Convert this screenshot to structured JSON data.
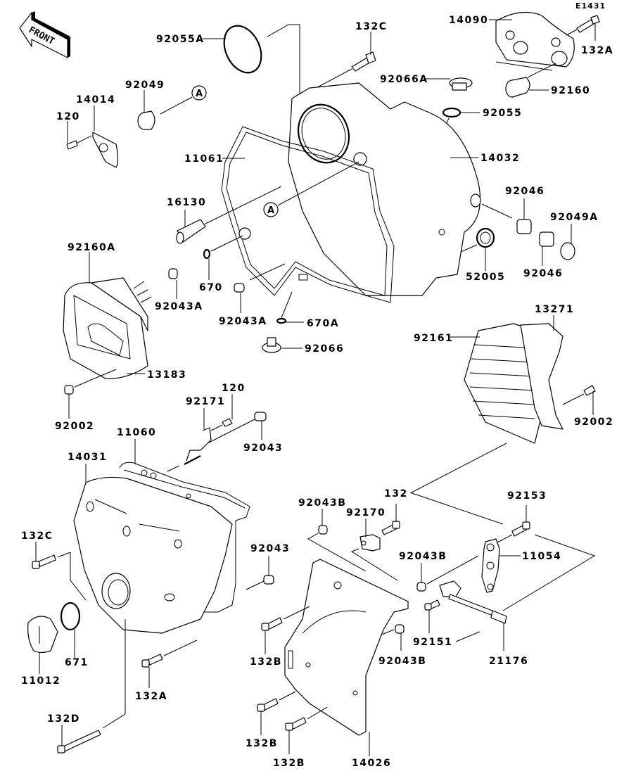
{
  "diagram": {
    "diagram_code": "E1431",
    "direction_indicator": "FRONT",
    "reference_marker": "A",
    "colors": {
      "line": "#000000",
      "background": "#ffffff"
    },
    "parts": [
      {
        "id": "p92055A",
        "part_no": "92055A",
        "description": "o-ring (large)"
      },
      {
        "id": "p132C_top",
        "part_no": "132C",
        "description": "bolt"
      },
      {
        "id": "p14090",
        "part_no": "14090",
        "description": "cover"
      },
      {
        "id": "p132A_top",
        "part_no": "132A",
        "description": "bolt"
      },
      {
        "id": "p92066A",
        "part_no": "92066A",
        "description": "plug"
      },
      {
        "id": "p92160",
        "part_no": "92160",
        "description": "damper"
      },
      {
        "id": "p92055",
        "part_no": "92055",
        "description": "o-ring"
      },
      {
        "id": "p14032",
        "part_no": "14032",
        "description": "crankcase cover"
      },
      {
        "id": "p92049",
        "part_no": "92049",
        "description": "oil seal"
      },
      {
        "id": "p14014",
        "part_no": "14014",
        "description": "cover plate"
      },
      {
        "id": "p120_top",
        "part_no": "120",
        "description": "screw"
      },
      {
        "id": "p11061",
        "part_no": "11061",
        "description": "gasket"
      },
      {
        "id": "p16130",
        "part_no": "16130",
        "description": "jet"
      },
      {
        "id": "p92046_a",
        "part_no": "92046",
        "description": "needle bearing"
      },
      {
        "id": "p92049A",
        "part_no": "92049A",
        "description": "oil seal"
      },
      {
        "id": "p92046_b",
        "part_no": "92046",
        "description": "needle bearing"
      },
      {
        "id": "p52005",
        "part_no": "52005",
        "description": "seal"
      },
      {
        "id": "p92160A",
        "part_no": "92160A",
        "description": "damper"
      },
      {
        "id": "p670",
        "part_no": "670",
        "description": "o-ring"
      },
      {
        "id": "p92043A_a",
        "part_no": "92043A",
        "description": "pin"
      },
      {
        "id": "p92043A_b",
        "part_no": "92043A",
        "description": "pin"
      },
      {
        "id": "p670A",
        "part_no": "670A",
        "description": "o-ring"
      },
      {
        "id": "p92066",
        "part_no": "92066",
        "description": "plug"
      },
      {
        "id": "p13183",
        "part_no": "13183",
        "description": "plate"
      },
      {
        "id": "p92002_left",
        "part_no": "92002",
        "description": "bolt"
      },
      {
        "id": "p13271",
        "part_no": "13271",
        "description": "plate"
      },
      {
        "id": "p92161",
        "part_no": "92161",
        "description": "damper"
      },
      {
        "id": "p92002_right",
        "part_no": "92002",
        "description": "bolt"
      },
      {
        "id": "p120_mid",
        "part_no": "120",
        "description": "screw"
      },
      {
        "id": "p92171",
        "part_no": "92171",
        "description": "clamp"
      },
      {
        "id": "p11060",
        "part_no": "11060",
        "description": "gasket"
      },
      {
        "id": "p92043_a",
        "part_no": "92043",
        "description": "pin"
      },
      {
        "id": "p14031",
        "part_no": "14031",
        "description": "crankcase cover"
      },
      {
        "id": "p132C_mid",
        "part_no": "132C",
        "description": "bolt"
      },
      {
        "id": "p92043_b",
        "part_no": "92043",
        "description": "pin"
      },
      {
        "id": "p92043B_a",
        "part_no": "92043B",
        "description": "pin"
      },
      {
        "id": "p92170",
        "part_no": "92170",
        "description": "clamp"
      },
      {
        "id": "p132",
        "part_no": "132",
        "description": "bolt"
      },
      {
        "id": "p92153",
        "part_no": "92153",
        "description": "bolt"
      },
      {
        "id": "p92043B_b",
        "part_no": "92043B",
        "description": "pin"
      },
      {
        "id": "p11054",
        "part_no": "11054",
        "description": "bracket"
      },
      {
        "id": "p671",
        "part_no": "671",
        "description": "o-ring"
      },
      {
        "id": "p11012",
        "part_no": "11012",
        "description": "cap"
      },
      {
        "id": "p132B_a",
        "part_no": "132B",
        "description": "bolt"
      },
      {
        "id": "p92151",
        "part_no": "92151",
        "description": "bolt"
      },
      {
        "id": "p92043B_c",
        "part_no": "92043B",
        "description": "pin"
      },
      {
        "id": "p21176",
        "part_no": "21176",
        "description": "sensor"
      },
      {
        "id": "p132A_bot",
        "part_no": "132A",
        "description": "bolt"
      },
      {
        "id": "p132D",
        "part_no": "132D",
        "description": "bolt"
      },
      {
        "id": "p132B_b",
        "part_no": "132B",
        "description": "bolt"
      },
      {
        "id": "p132B_c",
        "part_no": "132B",
        "description": "bolt"
      },
      {
        "id": "p14026",
        "part_no": "14026",
        "description": "cover"
      }
    ]
  }
}
